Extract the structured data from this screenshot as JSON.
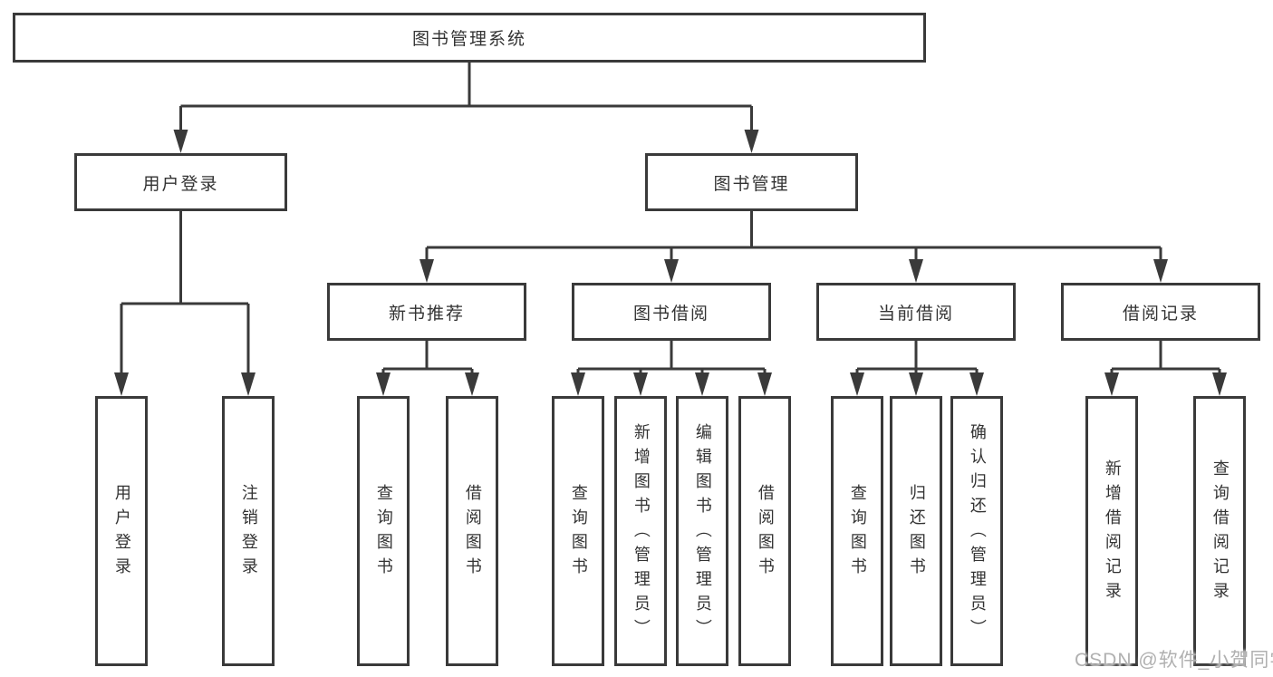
{
  "colors": {
    "line": "#3a3a3a",
    "text": "#333333",
    "background": "#ffffff",
    "watermark": "#b0b0b0"
  },
  "diagram": {
    "root": {
      "label": "图书管理系统"
    },
    "children": [
      {
        "label": "用户登录",
        "children": [
          {
            "label": "用户登录"
          },
          {
            "label": "注销登录"
          }
        ]
      },
      {
        "label": "图书管理",
        "children": [
          {
            "label": "新书推荐",
            "children": [
              {
                "label": "查询图书"
              },
              {
                "label": "借阅图书"
              }
            ]
          },
          {
            "label": "图书借阅",
            "children": [
              {
                "label": "查询图书"
              },
              {
                "label": "新增图书（管理员）"
              },
              {
                "label": "编辑图书（管理员）"
              },
              {
                "label": "借阅图书"
              }
            ]
          },
          {
            "label": "当前借阅",
            "children": [
              {
                "label": "查询图书"
              },
              {
                "label": "归还图书"
              },
              {
                "label": "确认归还（管理员）"
              }
            ]
          },
          {
            "label": "借阅记录",
            "children": [
              {
                "label": "新增借阅记录"
              },
              {
                "label": "查询借阅记录"
              }
            ]
          }
        ]
      }
    ]
  },
  "watermark": {
    "text": "CSDN @软件_小贺同学"
  }
}
